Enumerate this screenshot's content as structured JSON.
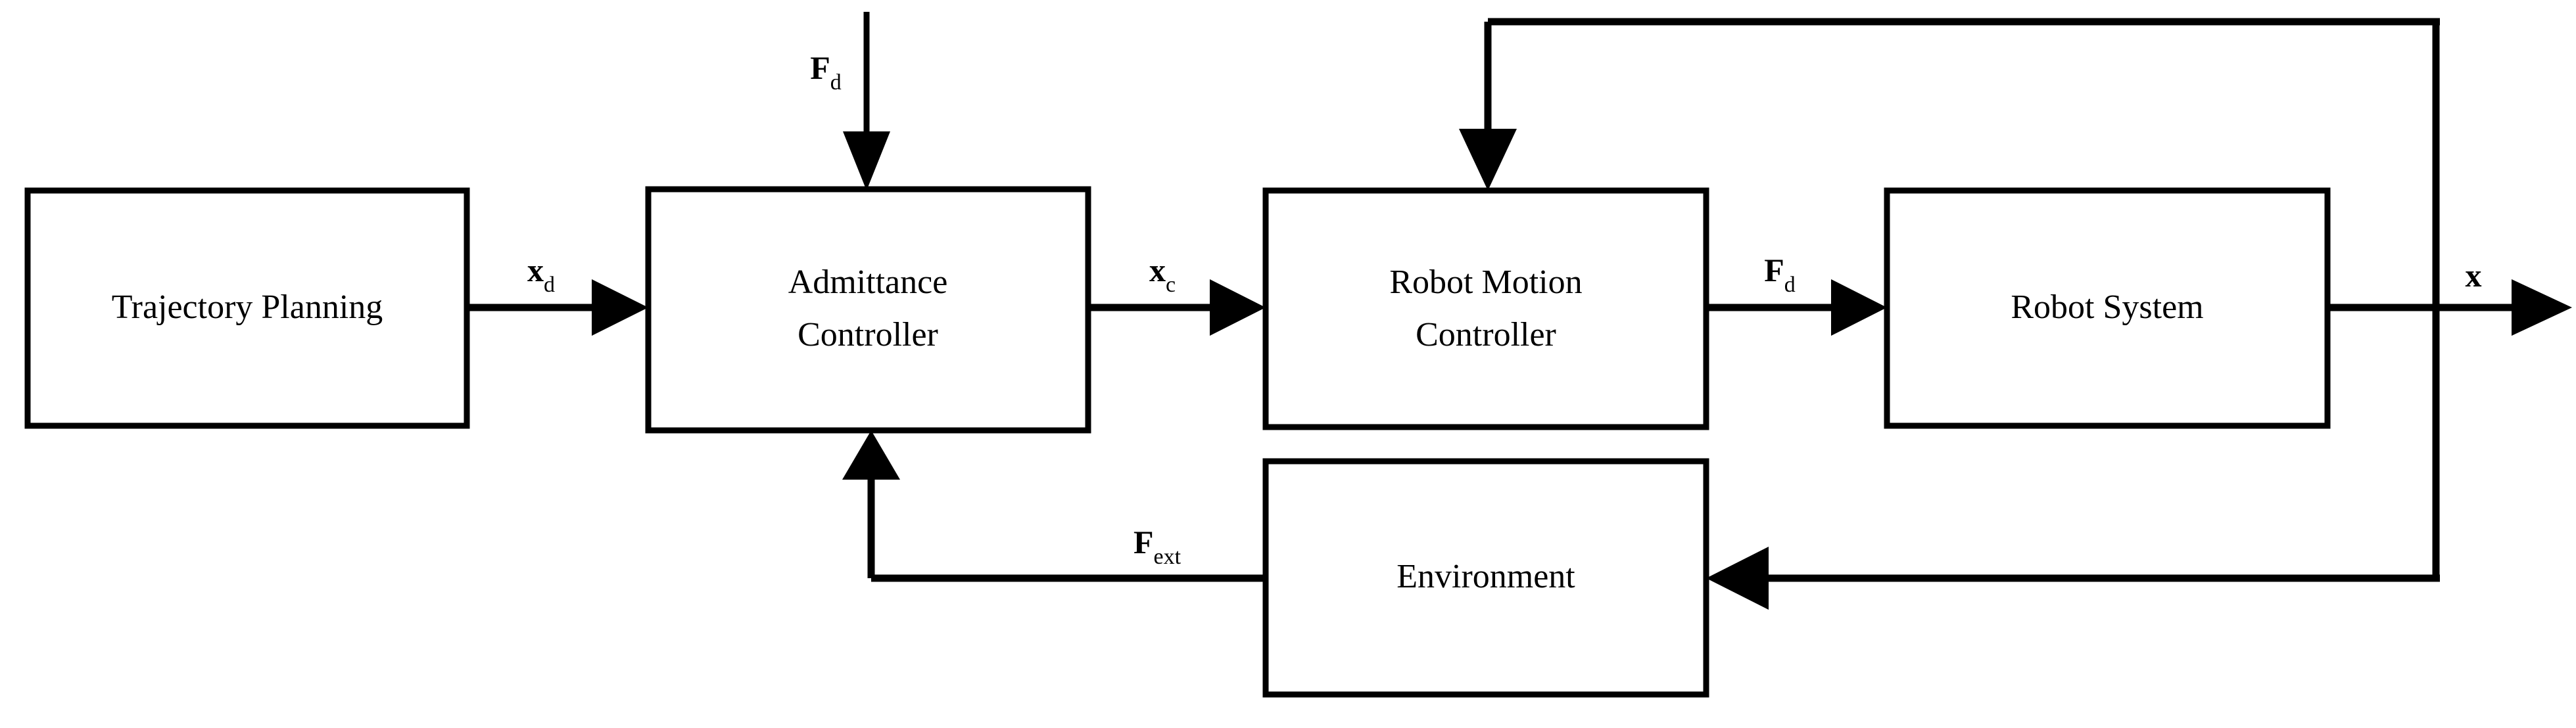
{
  "diagram": {
    "type": "control-block-diagram",
    "title": "Admittance control block diagram",
    "background_color": "#ffffff",
    "line_color": "#000000",
    "blocks": [
      {
        "id": "trajectory-planning",
        "label": "Trajectory Planning",
        "lines": [
          "Trajectory Planning"
        ]
      },
      {
        "id": "admittance-controller",
        "label": "Admittance Controller",
        "lines": [
          "Admittance",
          "Controller"
        ]
      },
      {
        "id": "robot-motion-controller",
        "label": "Robot Motion Controller",
        "lines": [
          "Robot Motion",
          "Controller"
        ]
      },
      {
        "id": "robot-system",
        "label": "Robot System",
        "lines": [
          "Robot System"
        ]
      },
      {
        "id": "environment",
        "label": "Environment",
        "lines": [
          "Environment"
        ]
      }
    ],
    "signals": [
      {
        "id": "xd",
        "base": "x",
        "sub": "d",
        "from": "trajectory-planning",
        "to": "admittance-controller"
      },
      {
        "id": "fd-input",
        "base": "F",
        "sub": "d",
        "from": "external-input",
        "to": "admittance-controller"
      },
      {
        "id": "xc",
        "base": "x",
        "sub": "c",
        "from": "admittance-controller",
        "to": "robot-motion-controller"
      },
      {
        "id": "fd-command",
        "base": "F",
        "sub": "d",
        "from": "robot-motion-controller",
        "to": "robot-system"
      },
      {
        "id": "x-output",
        "base": "x",
        "sub": "",
        "from": "robot-system",
        "to": "output"
      },
      {
        "id": "fext",
        "base": "F",
        "sub": "ext",
        "from": "environment",
        "to": "admittance-controller"
      },
      {
        "id": "x-feedback-top",
        "base": "",
        "sub": "",
        "from": "robot-system",
        "to": "robot-motion-controller"
      },
      {
        "id": "x-feedback-bottom",
        "base": "",
        "sub": "",
        "from": "robot-system",
        "to": "environment"
      }
    ]
  }
}
